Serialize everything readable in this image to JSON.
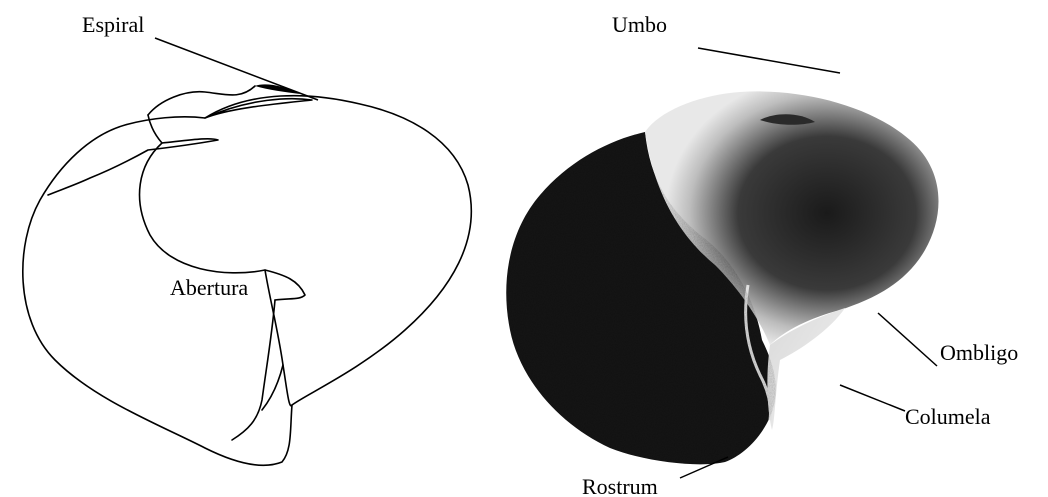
{
  "labels": {
    "espiral": "Espiral",
    "abertura": "Abertura",
    "umbo": "Umbo",
    "ombligo": "Ombligo",
    "columela": "Columela",
    "rostrum": "Rostrum"
  },
  "colors": {
    "ink": "#000000",
    "shell_dark": "#161616",
    "shell_light": "#e6e6e6",
    "background": "#ffffff"
  },
  "panels": [
    "line-drawing",
    "photograph"
  ]
}
